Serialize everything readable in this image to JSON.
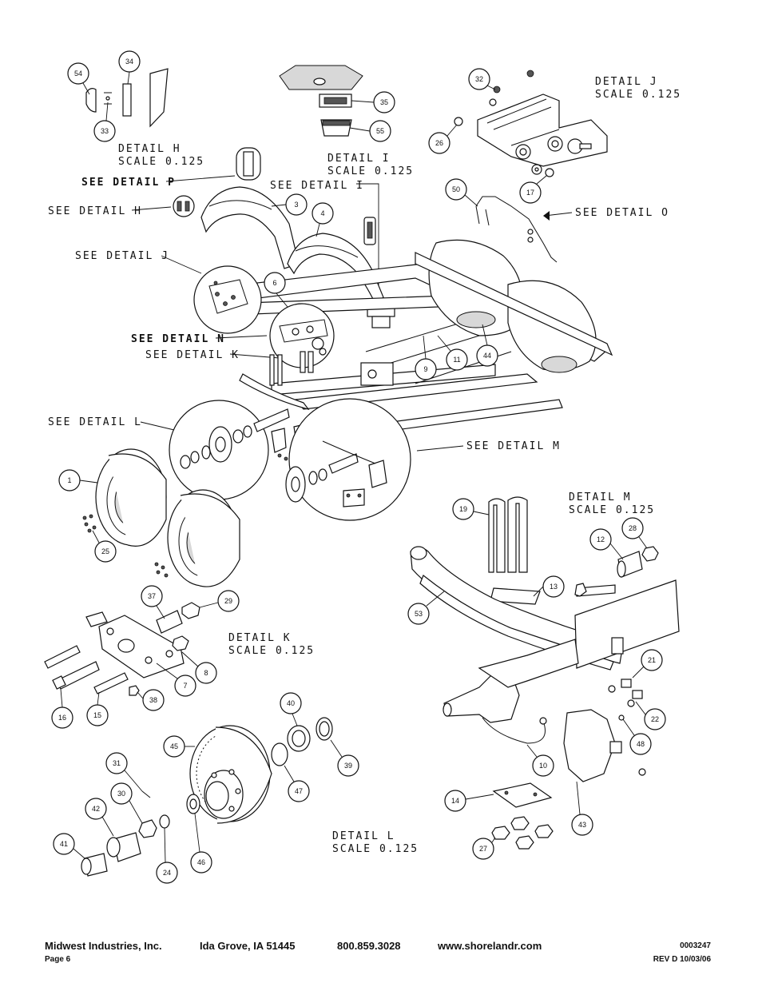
{
  "footer": {
    "company": "Midwest Industries, Inc.",
    "city": "Ida Grove, IA  51445",
    "phone": "800.859.3028",
    "website": "www.shorelandr.com",
    "doc_number": "0003247",
    "page": "Page 6",
    "revision": "REV  D  10/03/06"
  },
  "details": {
    "h_title": "DETAIL  H",
    "h_scale": "SCALE  0.125",
    "i_title": "DETAIL  I",
    "i_scale": "SCALE  0.125",
    "j_title": "DETAIL  J",
    "j_scale": "SCALE  0.125",
    "k_title": "DETAIL  K",
    "k_scale": "SCALE  0.125",
    "l_title": "DETAIL  L",
    "l_scale": "SCALE  0.125",
    "m_title": "DETAIL  M",
    "m_scale": "SCALE  0.125"
  },
  "callouts": {
    "see_p": "SEE DETAIL  P",
    "see_h": "SEE DETAIL  H",
    "see_i": "SEE DETAIL  I",
    "see_j": "SEE DETAIL  J",
    "see_n": "SEE DETAIL  N",
    "see_k": "SEE DETAIL  K",
    "see_l": "SEE DETAIL  L",
    "see_m": "SEE DETAIL  M",
    "see_o": "SEE DETAIL  O"
  },
  "balloons": {
    "b54": "54",
    "b34": "34",
    "b33": "33",
    "b35": "35",
    "b55": "55",
    "b32": "32",
    "b26": "26",
    "b17": "17",
    "b50": "50",
    "b3": "3",
    "b4": "4",
    "b6": "6",
    "b9": "9",
    "b11": "11",
    "b44": "44",
    "b1": "1",
    "b25": "25",
    "b19": "19",
    "b12": "12",
    "b28": "28",
    "b13": "13",
    "b53": "53",
    "b37": "37",
    "b29": "29",
    "b8": "8",
    "b7": "7",
    "b16": "16",
    "b15": "15",
    "b38": "38",
    "b21": "21",
    "b22": "22",
    "b48": "48",
    "b10": "10",
    "b40": "40",
    "b45": "45",
    "b47": "47",
    "b39": "39",
    "b31": "31",
    "b30": "30",
    "b42": "42",
    "b41": "41",
    "b24": "24",
    "b46": "46",
    "b14": "14",
    "b43": "43",
    "b27": "27"
  }
}
